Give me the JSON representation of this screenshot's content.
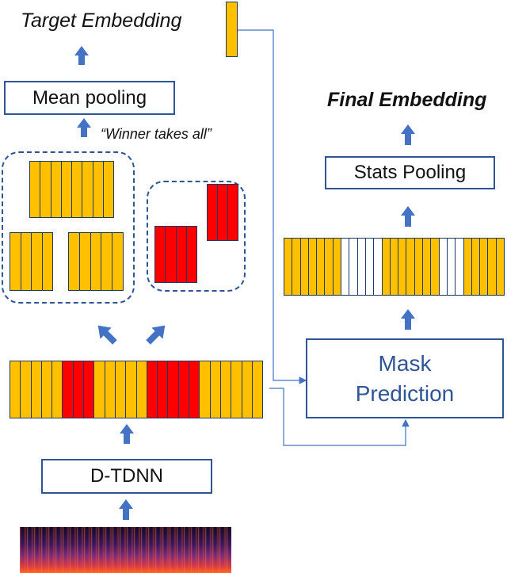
{
  "labels": {
    "target_embedding": "Target Embedding",
    "mean_pooling": "Mean pooling",
    "winner_takes_all": "“Winner takes all”",
    "final_embedding": "Final Embedding",
    "stats_pooling": "Stats Pooling",
    "mask_prediction_line1": "Mask",
    "mask_prediction_line2": "Prediction",
    "backbone": "D-TDNN"
  },
  "colors": {
    "yellow": "#ffc000",
    "red": "#ff0000",
    "white": "#ffffff",
    "arrow": "#4472c4",
    "border": "#2f5597",
    "mask_text": "#2f5597"
  },
  "frame_sequence": [
    "Y",
    "Y",
    "Y",
    "Y",
    "Y",
    "R",
    "R",
    "R",
    "Y",
    "Y",
    "Y",
    "Y",
    "Y",
    "R",
    "R",
    "R",
    "R",
    "R",
    "Y",
    "Y",
    "Y",
    "Y",
    "Y",
    "Y"
  ],
  "masked_sequence": [
    "Y",
    "Y",
    "Y",
    "Y",
    "Y",
    "Y",
    "Y",
    "W",
    "W",
    "W",
    "W",
    "W",
    "Y",
    "Y",
    "Y",
    "Y",
    "Y",
    "Y",
    "Y",
    "W",
    "W",
    "W",
    "Y",
    "Y",
    "Y",
    "Y",
    "Y"
  ],
  "icons": [
    "up-arrow-icon",
    "diagonal-arrow-icon",
    "spectrogram-image"
  ]
}
